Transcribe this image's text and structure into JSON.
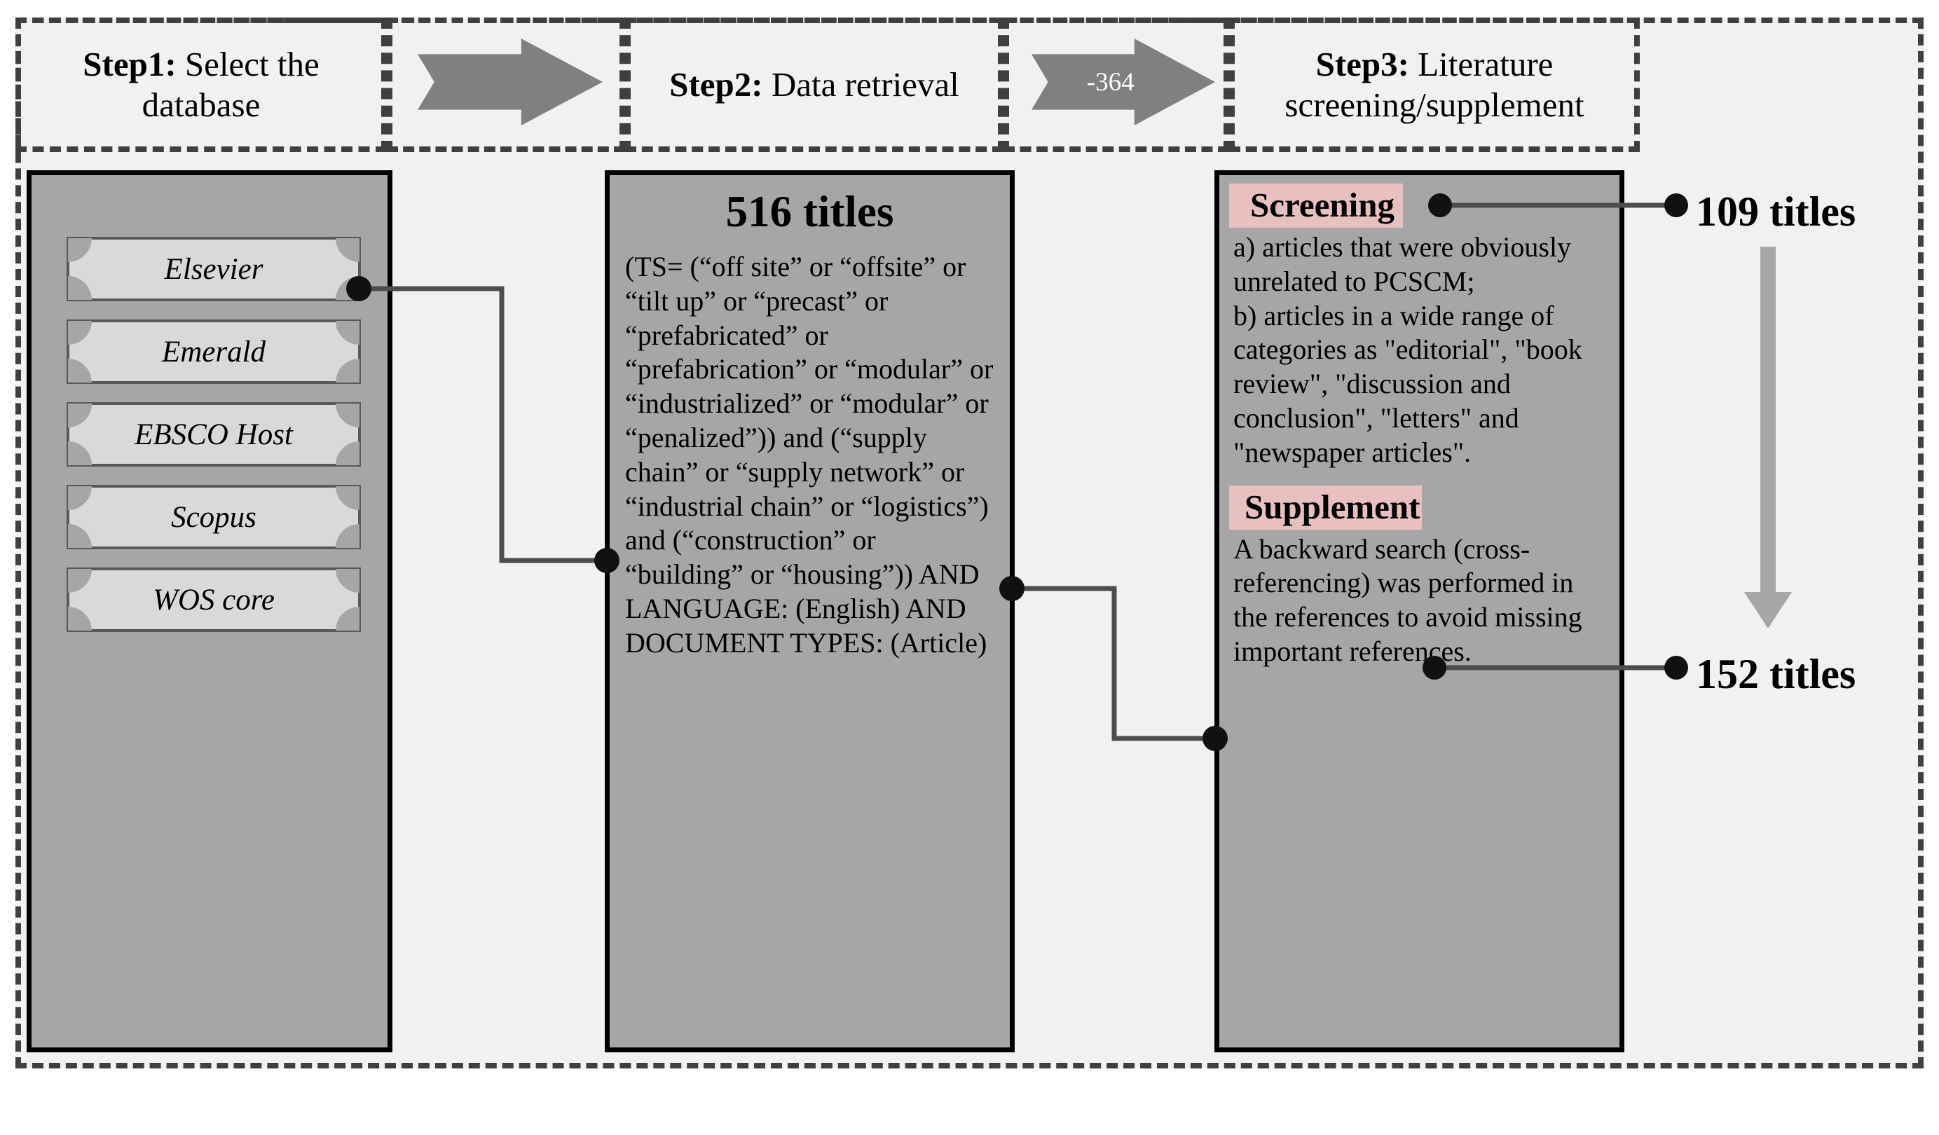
{
  "header": {
    "step1": {
      "lead": "Step1:",
      "rest": " Select the database"
    },
    "step2": {
      "lead": "Step2:",
      "rest": " Data retrieval"
    },
    "step3": {
      "lead": "Step3:",
      "rest": " Literature screening/supplement"
    },
    "arrow1_label": "",
    "arrow2_label": "-364"
  },
  "databases": {
    "items": [
      {
        "label": "Elsevier"
      },
      {
        "label": "Emerald"
      },
      {
        "label": "EBSCO Host"
      },
      {
        "label": "Scopus"
      },
      {
        "label": "WOS core"
      }
    ]
  },
  "retrieval": {
    "title": "516 titles",
    "query": "(TS= (“off site” or “offsite” or “tilt up” or “precast” or “prefabricated” or “prefabrication” or “modular” or “industrialized” or “modular” or “penalized”)) and (“supply chain” or “supply network” or “industrial chain” or “logistics”) and (“construction” or “building” or “housing”)) AND LANGUAGE: (English) AND DOCUMENT TYPES: (Article)"
  },
  "screening": {
    "screening_heading": "Screening",
    "screening_text": "a) articles that were obviously unrelated to PCSCM;\nb) articles in a wide range of categories as \"editorial\", \"book review\", \"discussion and conclusion\", \"letters\" and \"newspaper articles\".",
    "supplement_heading": "Supplement",
    "supplement_text": "A backward search (cross-referencing) was performed in the references to avoid missing important references."
  },
  "results": {
    "screening_result": "109 titles",
    "supplement_result": "152 titles"
  },
  "colors": {
    "box_fill": "#a6a6a6",
    "card_fill": "#d9d9d9",
    "frame_bg": "#f1f1f1",
    "arrow_gray": "#808080",
    "highlight_pink": "#e7c0c0",
    "vertical_arrow": "#a6a6a6",
    "dash_border": "#3f3f3f"
  }
}
